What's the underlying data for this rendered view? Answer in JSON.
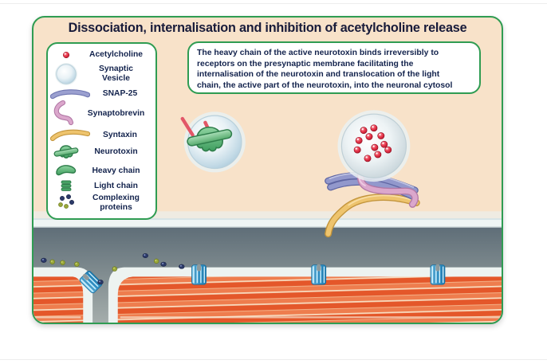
{
  "title": "Dissociation, internalisation and inhibition of acetylcholine release",
  "legend": {
    "items": [
      {
        "label": "Acetylcholine",
        "icon": "acetylcholine-dot"
      },
      {
        "label": "Synaptic\nVesicle",
        "icon": "synaptic-vesicle"
      },
      {
        "label": "SNAP-25",
        "icon": "snap25-strand"
      },
      {
        "label": "Synaptobrevin",
        "icon": "synaptobrevin-strand"
      },
      {
        "label": "Syntaxin",
        "icon": "syntaxin-strand"
      },
      {
        "label": "Neurotoxin",
        "icon": "neurotoxin"
      },
      {
        "label": "Heavy chain",
        "icon": "heavy-chain"
      },
      {
        "label": "Light chain",
        "icon": "light-chain"
      },
      {
        "label": "Complexing\nproteins",
        "icon": "complexing-proteins"
      }
    ]
  },
  "info_box": {
    "lines": [
      "The heavy chain of the active neurotoxin binds irreversibly to",
      "receptors on the presynaptic membrane facilitating the",
      "internalisation of the neurotoxin and translocation of the light",
      "chain, the active part of the neurotoxin, into the neuronal cytosol"
    ]
  },
  "colors": {
    "border_green": "#2f9c52",
    "panel_bg": "#f8e2c9",
    "text_navy": "#13234d",
    "title_navy": "#181b3a",
    "acetylcholine_red": "#d8243c",
    "vesicle_blue": "#c5dae4",
    "snap25_purple": "#9298cc",
    "synaptobrevin_pink": "#dba7cc",
    "syntaxin_yellow": "#eec46e",
    "neurotoxin_green": "#4da568",
    "complexing_navy": "#2c3a68",
    "complexing_olive": "#9aa83a",
    "synaptic_cleft_gray": "#6b7880",
    "muscle_orange": "#e4582b",
    "receptor_blue": "#3fa3d6"
  }
}
